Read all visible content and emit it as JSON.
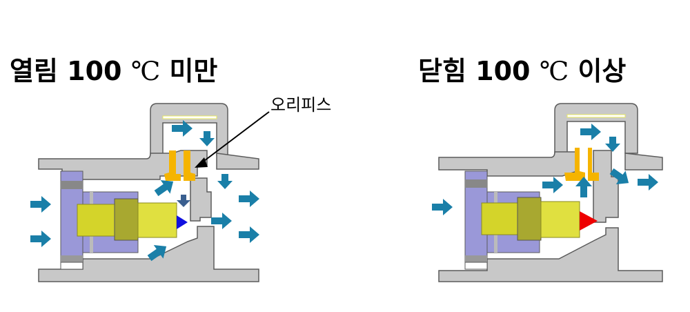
{
  "left_panel": {
    "state": "열림",
    "temp": "100",
    "unit": "℃",
    "condition": "미만"
  },
  "right_panel": {
    "state": "닫힘",
    "temp": "100",
    "unit": "℃",
    "condition": "이상"
  },
  "annotation": {
    "label": "오리피스"
  },
  "colors": {
    "body": "#c8c8c8",
    "outline": "#5a5a5a",
    "arrow": "#1a7fa8",
    "arrow_dark": "#3a5f8f",
    "element_yellow": "#d4d42a",
    "orifice": "#f5b400",
    "holder": "#9a98d8",
    "valve_open": "#1010e0",
    "valve_closed": "#ee0000"
  }
}
